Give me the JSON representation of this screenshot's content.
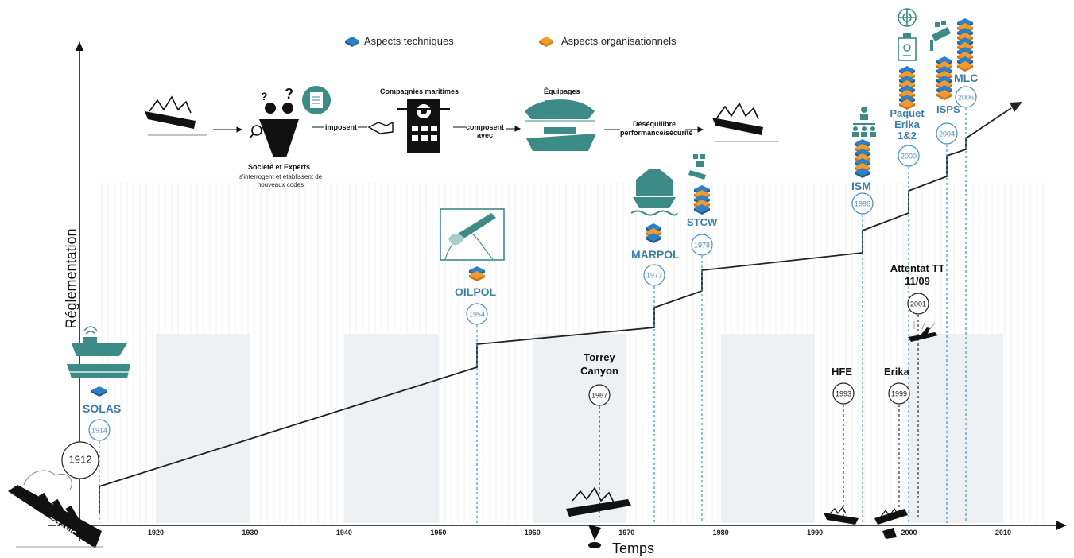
{
  "legend": {
    "technical": "Aspects techniques",
    "organisational": "Aspects organisationnels"
  },
  "axes": {
    "y_title": "Réglementation",
    "x_title": "Temps",
    "x_ticks": [
      "1920",
      "1930",
      "1940",
      "1950",
      "1960",
      "1970",
      "1980",
      "1990",
      "2000",
      "2010"
    ]
  },
  "flow": {
    "society_title": "Société et Experts",
    "society_sub": "s'interrogent et établissent de nouveaux codes",
    "impose": "imposent",
    "companies": "Compagnies maritimes",
    "compose": "composent avec",
    "crews": "Équipages",
    "imbalance": "Déséquilibre performance/sécurité"
  },
  "regulations": [
    {
      "name": "SOLAS",
      "year": "1914"
    },
    {
      "name": "OILPOL",
      "year": "1954"
    },
    {
      "name": "MARPOL",
      "year": "1973"
    },
    {
      "name": "STCW",
      "year": "1978"
    },
    {
      "name": "ISM",
      "year": "1995"
    },
    {
      "name": "Paquet Erika 1&2",
      "year": "2000"
    },
    {
      "name": "ISPS",
      "year": "2004"
    },
    {
      "name": "MLC",
      "year": "2006"
    }
  ],
  "events": [
    {
      "name": "Torrey Canyon",
      "year": "1967"
    },
    {
      "name": "HFE",
      "year": "1993"
    },
    {
      "name": "Erika",
      "year": "1999"
    },
    {
      "name": "Attentat TT 11/09",
      "year": "2001"
    }
  ],
  "start": {
    "year": "1912",
    "ship": "TITANIC"
  },
  "colors": {
    "technical": "#2f7fc4",
    "organisational": "#f39a2d",
    "teal": "#3d8b87",
    "regulation_text": "#3d7ea6"
  },
  "icons": [
    "sinking-ship-icon",
    "experts-icon",
    "handshake-icon",
    "ship-wheel-icon",
    "crew-ship-icon",
    "ship-icon",
    "oil-spill-icon",
    "crew-hierarchy-icon",
    "radar-icon",
    "certificate-icon",
    "camera-icon",
    "airplane-icon",
    "book-stack-icon"
  ]
}
